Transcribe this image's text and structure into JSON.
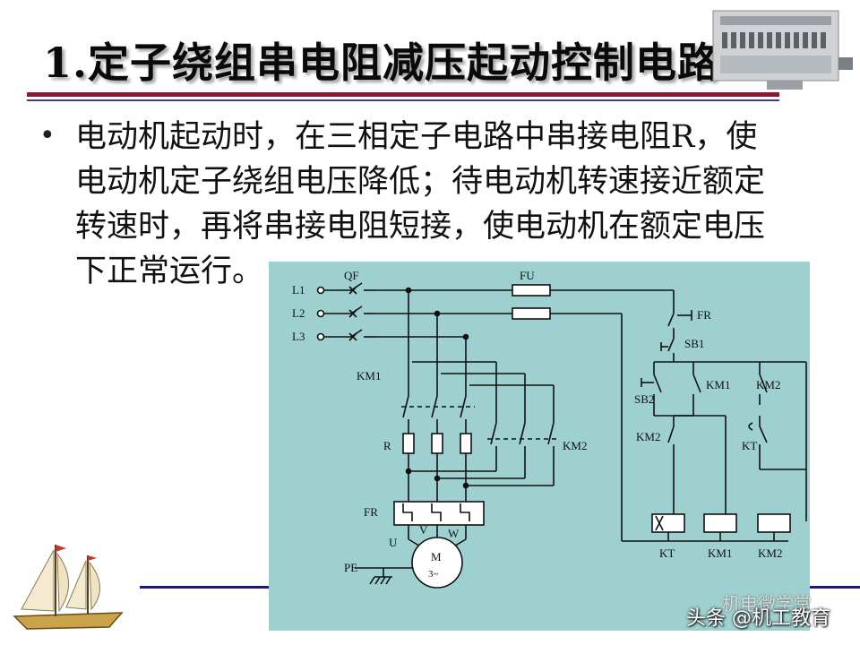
{
  "slide": {
    "title": "1.定子绕组串电阻减压起动控制电路",
    "bullet": "•",
    "body_lines": [
      "电动机起动时，在三相定子电路中串接电阻R，使",
      "电动机定子绕组电压降低；待电动机转速接近额定",
      "转速时，再将串接电阻短接，使电动机在额定电压",
      "下正常运行。"
    ],
    "colors": {
      "title_rule": "#8a1838",
      "accent_rule": "#3b3b96",
      "diagram_bg": "#9ed0cf",
      "bottom_line": "#1a1a7a"
    }
  },
  "diagram": {
    "labels": {
      "qf": "QF",
      "fu": "FU",
      "l1": "L1",
      "l2": "L2",
      "l3": "L3",
      "km1_main": "KM1",
      "r": "R",
      "km2_main": "KM2",
      "fr_main": "FR",
      "u": "U",
      "v": "V",
      "w": "W",
      "pe": "PE",
      "motor_m": "M",
      "motor_phase": "3~",
      "fr_ctrl": "FR",
      "sb1": "SB1",
      "sb2": "SB2",
      "km1_aux": "KM1",
      "km2_aux": "KM2",
      "km2_nc": "KM2",
      "kt_contact": "KT",
      "coil_kt": "KT",
      "coil_km1": "KM1",
      "coil_km2": "KM2"
    }
  },
  "watermark": {
    "text": "头条 @机工教育",
    "faded": "机电微学堂"
  }
}
